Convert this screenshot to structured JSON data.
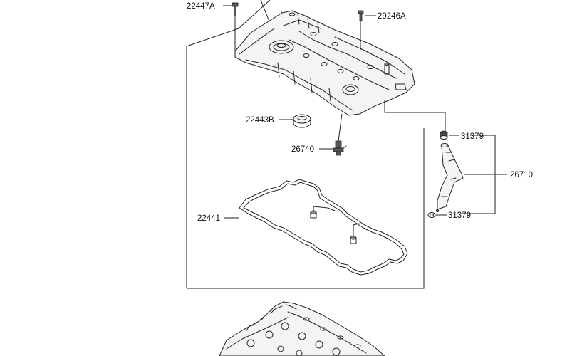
{
  "labels": {
    "bolt_top": "22447A",
    "stud_right": "29246A",
    "oil_cap_seal": "22443B",
    "sensor": "26740",
    "clip_top": "31379",
    "hose_assembly": "26710",
    "clip_bottom": "31379",
    "gasket": "22441"
  }
}
